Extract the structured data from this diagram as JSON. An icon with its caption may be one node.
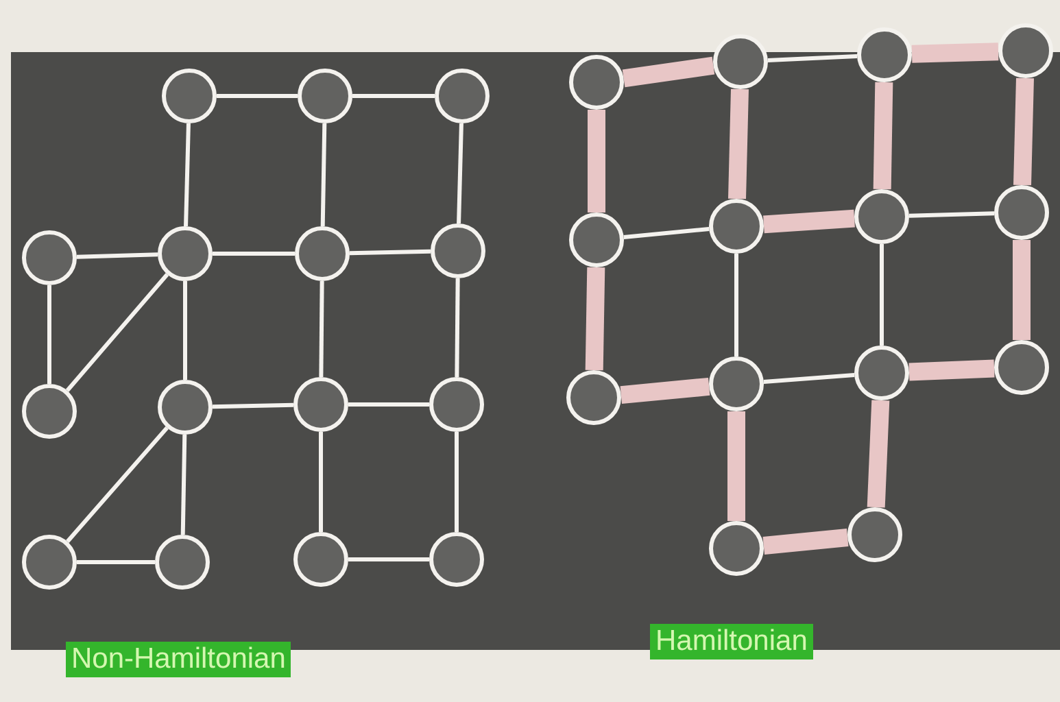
{
  "diagram": {
    "nodes": [
      {
        "text": [],
        "shape": "circle"
      },
      {
        "text": [],
        "shape": "circle"
      },
      {
        "text": [],
        "shape": "circle"
      },
      {
        "text": [],
        "shape": "circle"
      },
      {
        "text": [],
        "shape": "circle"
      },
      {
        "text": [],
        "shape": "circle"
      },
      {
        "text": [],
        "shape": "circle"
      },
      {
        "text": [],
        "shape": "circle"
      },
      {
        "text": [],
        "shape": "circle"
      },
      {
        "text": [],
        "shape": "circle"
      },
      {
        "text": [],
        "shape": "circle"
      },
      {
        "text": [],
        "shape": "circle"
      },
      {
        "text": [],
        "shape": "circle"
      },
      {
        "text": [],
        "shape": "circle"
      },
      {
        "text": [],
        "shape": "circle"
      },
      {
        "text": [],
        "shape": "circle"
      },
      {
        "text": [],
        "shape": "circle"
      },
      {
        "text": [],
        "shape": "circle"
      },
      {
        "text": [],
        "shape": "circle"
      },
      {
        "text": [],
        "shape": "circle"
      },
      {
        "text": [],
        "shape": "circle"
      },
      {
        "text": [],
        "shape": "circle"
      },
      {
        "text": [],
        "shape": "circle"
      },
      {
        "text": [],
        "shape": "circle"
      },
      {
        "text": [],
        "shape": "circle"
      },
      {
        "text": [],
        "shape": "circle"
      },
      {
        "text": [],
        "shape": "circle"
      },
      {
        "text": [],
        "shape": "circle"
      },
      {
        "text": [],
        "shape": "circle"
      }
    ],
    "edges": [
      {
        "from": 0,
        "to": 1,
        "arrow": "none"
      },
      {
        "from": 1,
        "to": 2,
        "arrow": "none"
      },
      {
        "from": 0,
        "to": 4,
        "arrow": "none"
      },
      {
        "from": 1,
        "to": 5,
        "arrow": "none"
      },
      {
        "from": 2,
        "to": 6,
        "arrow": "none"
      },
      {
        "from": 3,
        "to": 4,
        "arrow": "none"
      },
      {
        "from": 4,
        "to": 5,
        "arrow": "none"
      },
      {
        "from": 5,
        "to": 6,
        "arrow": "none"
      },
      {
        "from": 3,
        "to": 7,
        "arrow": "none"
      },
      {
        "from": 4,
        "to": 7,
        "arrow": "none"
      },
      {
        "from": 4,
        "to": 8,
        "arrow": "none"
      },
      {
        "from": 5,
        "to": 9,
        "arrow": "none"
      },
      {
        "from": 6,
        "to": 10,
        "arrow": "none"
      },
      {
        "from": 8,
        "to": 9,
        "arrow": "none"
      },
      {
        "from": 9,
        "to": 10,
        "arrow": "none"
      },
      {
        "from": 8,
        "to": 11,
        "arrow": "none"
      },
      {
        "from": 8,
        "to": 12,
        "arrow": "none"
      },
      {
        "from": 9,
        "to": 13,
        "arrow": "none"
      },
      {
        "from": 10,
        "to": 14,
        "arrow": "none"
      },
      {
        "from": 11,
        "to": 12,
        "arrow": "none"
      },
      {
        "from": 13,
        "to": 14,
        "arrow": "none"
      },
      {
        "from": 15,
        "to": 16,
        "arrow": "none",
        "style": "thick",
        "color": "#e8c6c6"
      },
      {
        "from": 16,
        "to": 17,
        "arrow": "none"
      },
      {
        "from": 17,
        "to": 18,
        "arrow": "none",
        "style": "thick",
        "color": "#e8c6c6"
      },
      {
        "from": 15,
        "to": 19,
        "arrow": "none",
        "style": "thick",
        "color": "#e8c6c6"
      },
      {
        "from": 16,
        "to": 20,
        "arrow": "none",
        "style": "thick",
        "color": "#e8c6c6"
      },
      {
        "from": 17,
        "to": 21,
        "arrow": "none",
        "style": "thick",
        "color": "#e8c6c6"
      },
      {
        "from": 18,
        "to": 22,
        "arrow": "none",
        "style": "thick",
        "color": "#e8c6c6"
      },
      {
        "from": 19,
        "to": 20,
        "arrow": "none"
      },
      {
        "from": 20,
        "to": 21,
        "arrow": "none",
        "style": "thick",
        "color": "#e8c6c6"
      },
      {
        "from": 21,
        "to": 22,
        "arrow": "none"
      },
      {
        "from": 19,
        "to": 23,
        "arrow": "none",
        "style": "thick",
        "color": "#e8c6c6"
      },
      {
        "from": 20,
        "to": 24,
        "arrow": "none"
      },
      {
        "from": 21,
        "to": 25,
        "arrow": "none"
      },
      {
        "from": 22,
        "to": 26,
        "arrow": "none",
        "style": "thick",
        "color": "#e8c6c6"
      },
      {
        "from": 23,
        "to": 24,
        "arrow": "none",
        "style": "thick",
        "color": "#e8c6c6"
      },
      {
        "from": 24,
        "to": 25,
        "arrow": "none"
      },
      {
        "from": 25,
        "to": 26,
        "arrow": "none",
        "style": "thick",
        "color": "#e8c6c6"
      },
      {
        "from": 24,
        "to": 27,
        "arrow": "none",
        "style": "thick",
        "color": "#e8c6c6"
      },
      {
        "from": 25,
        "to": 28,
        "arrow": "none",
        "style": "thick",
        "color": "#e8c6c6"
      },
      {
        "from": 27,
        "to": 28,
        "arrow": "none",
        "style": "thick",
        "color": "#e8c6c6"
      }
    ],
    "labels": [
      "Non-Hamiltonian",
      "Hamiltonian"
    ]
  }
}
